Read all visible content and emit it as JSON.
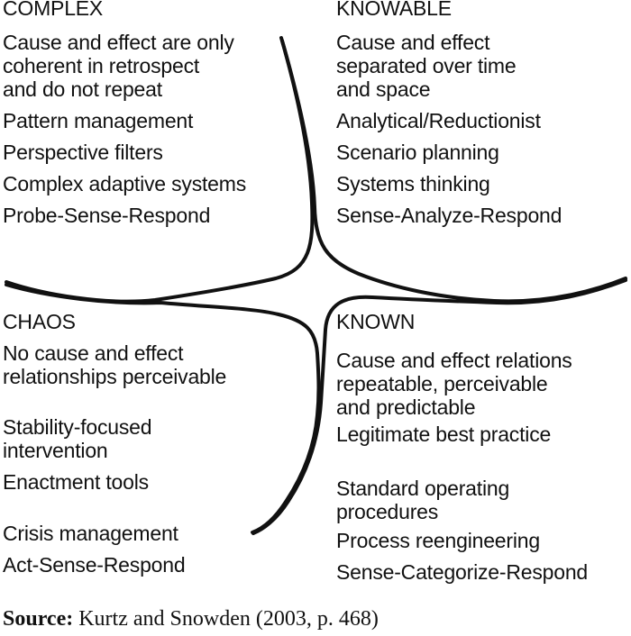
{
  "quadrants": {
    "complex": {
      "title": "COMPLEX",
      "items": [
        "Cause and effect are only\ncoherent in retrospect\nand do not repeat",
        "Pattern management",
        "Perspective filters",
        "Complex adaptive systems",
        "Probe-Sense-Respond"
      ]
    },
    "knowable": {
      "title": "KNOWABLE",
      "items": [
        "Cause and effect\nseparated over time\nand space",
        "Analytical/Reductionist",
        "Scenario planning",
        "Systems thinking",
        "Sense-Analyze-Respond"
      ]
    },
    "chaos": {
      "title": "CHAOS",
      "items": [
        "No cause and effect\nrelationships perceivable",
        "Stability-focused\nintervention",
        "Enactment tools",
        "Crisis management",
        "Act-Sense-Respond"
      ]
    },
    "known": {
      "title": "KNOWN",
      "items": [
        "Cause and effect relations\nrepeatable, perceivable\nand predictable",
        "Legitimate best practice",
        "Standard operating\nprocedures",
        "Process reengineering",
        "Sense-Categorize-Respond"
      ]
    }
  },
  "source": {
    "label": "Source:",
    "text": " Kurtz and Snowden (2003, p. 468)"
  },
  "colors": {
    "ink": "#111111",
    "background": "#ffffff"
  }
}
